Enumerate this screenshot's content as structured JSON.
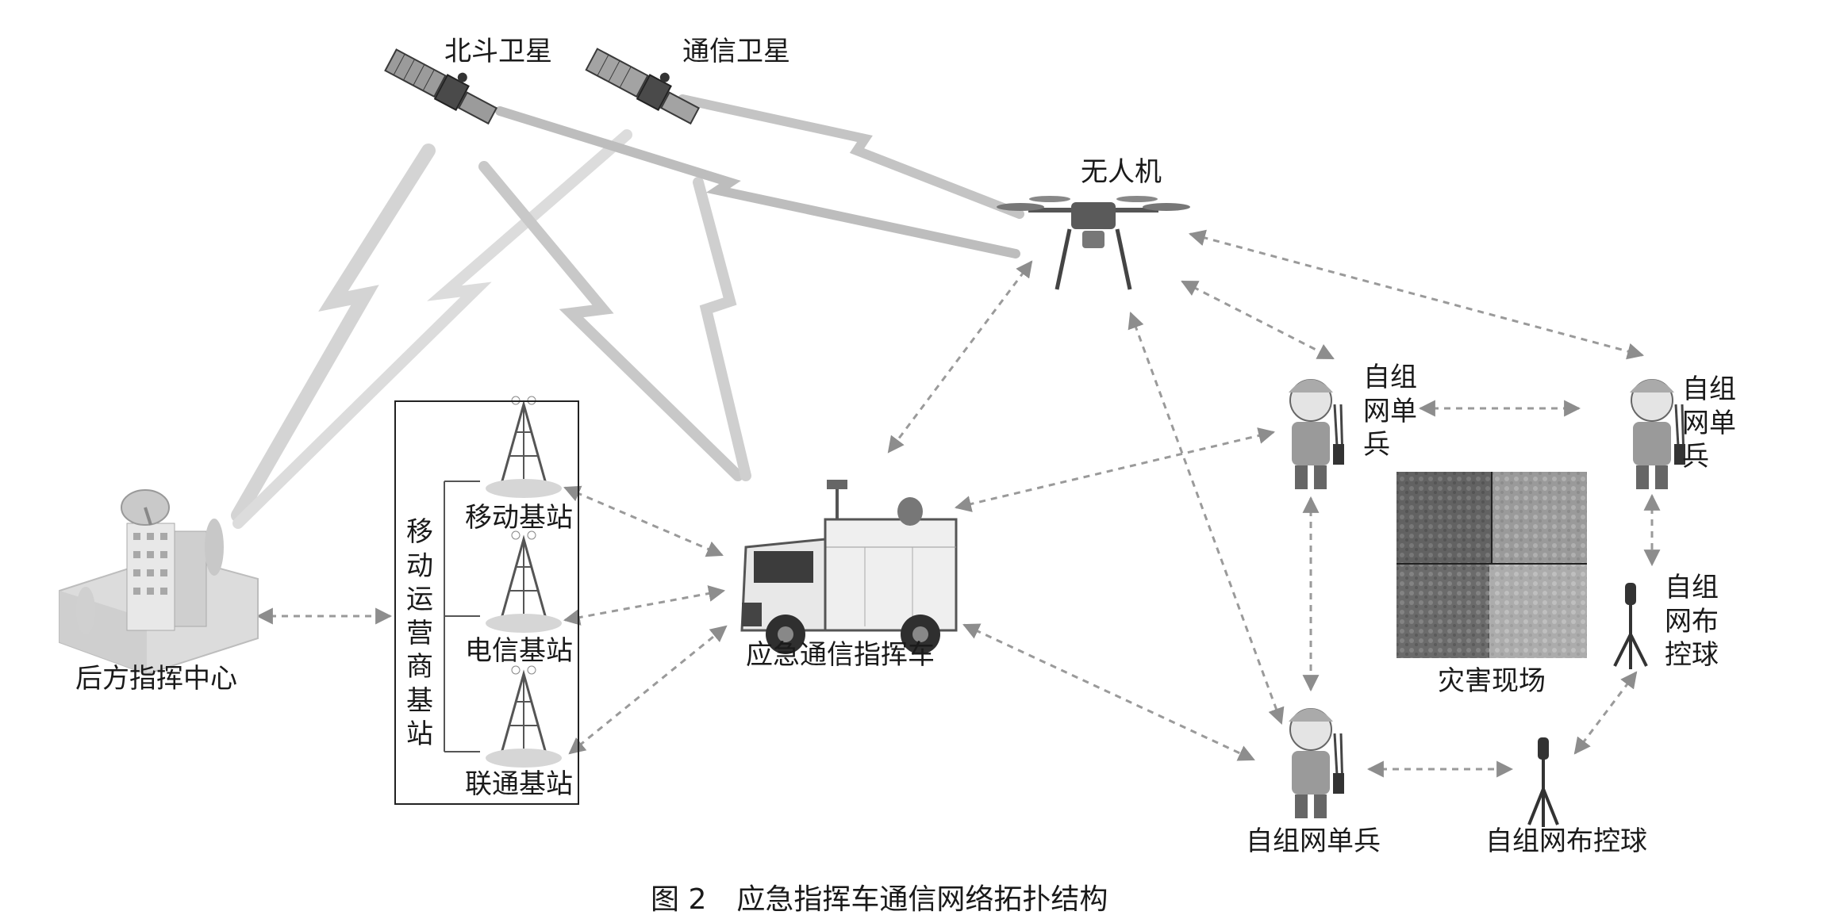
{
  "labels": {
    "beidou": "北斗卫星",
    "comsat": "通信卫星",
    "drone": "无人机",
    "command_center": "后方指挥中心",
    "vehicle": "应急通信指挥车",
    "mobile_bs": "移动基站",
    "telecom_bs": "电信基站",
    "unicom_bs": "联通基站",
    "operator_group": [
      "移",
      "动",
      "运",
      "营",
      "商",
      "基",
      "站"
    ],
    "soldier_a": [
      "自组",
      "网单",
      "兵"
    ],
    "soldier_b": [
      "自组",
      "网单",
      "兵"
    ],
    "soldier_c": "自组网单兵",
    "ball_a": [
      "自组",
      "网布",
      "控球"
    ],
    "ball_b": "自组网布控球",
    "disaster": "灾害现场"
  },
  "caption": {
    "number": "图 2",
    "title": "应急指挥车通信网络拓扑结构"
  },
  "colors": {
    "arrow": "#9a9a9a",
    "beam": "#cfcfcf",
    "line": "#222222"
  }
}
